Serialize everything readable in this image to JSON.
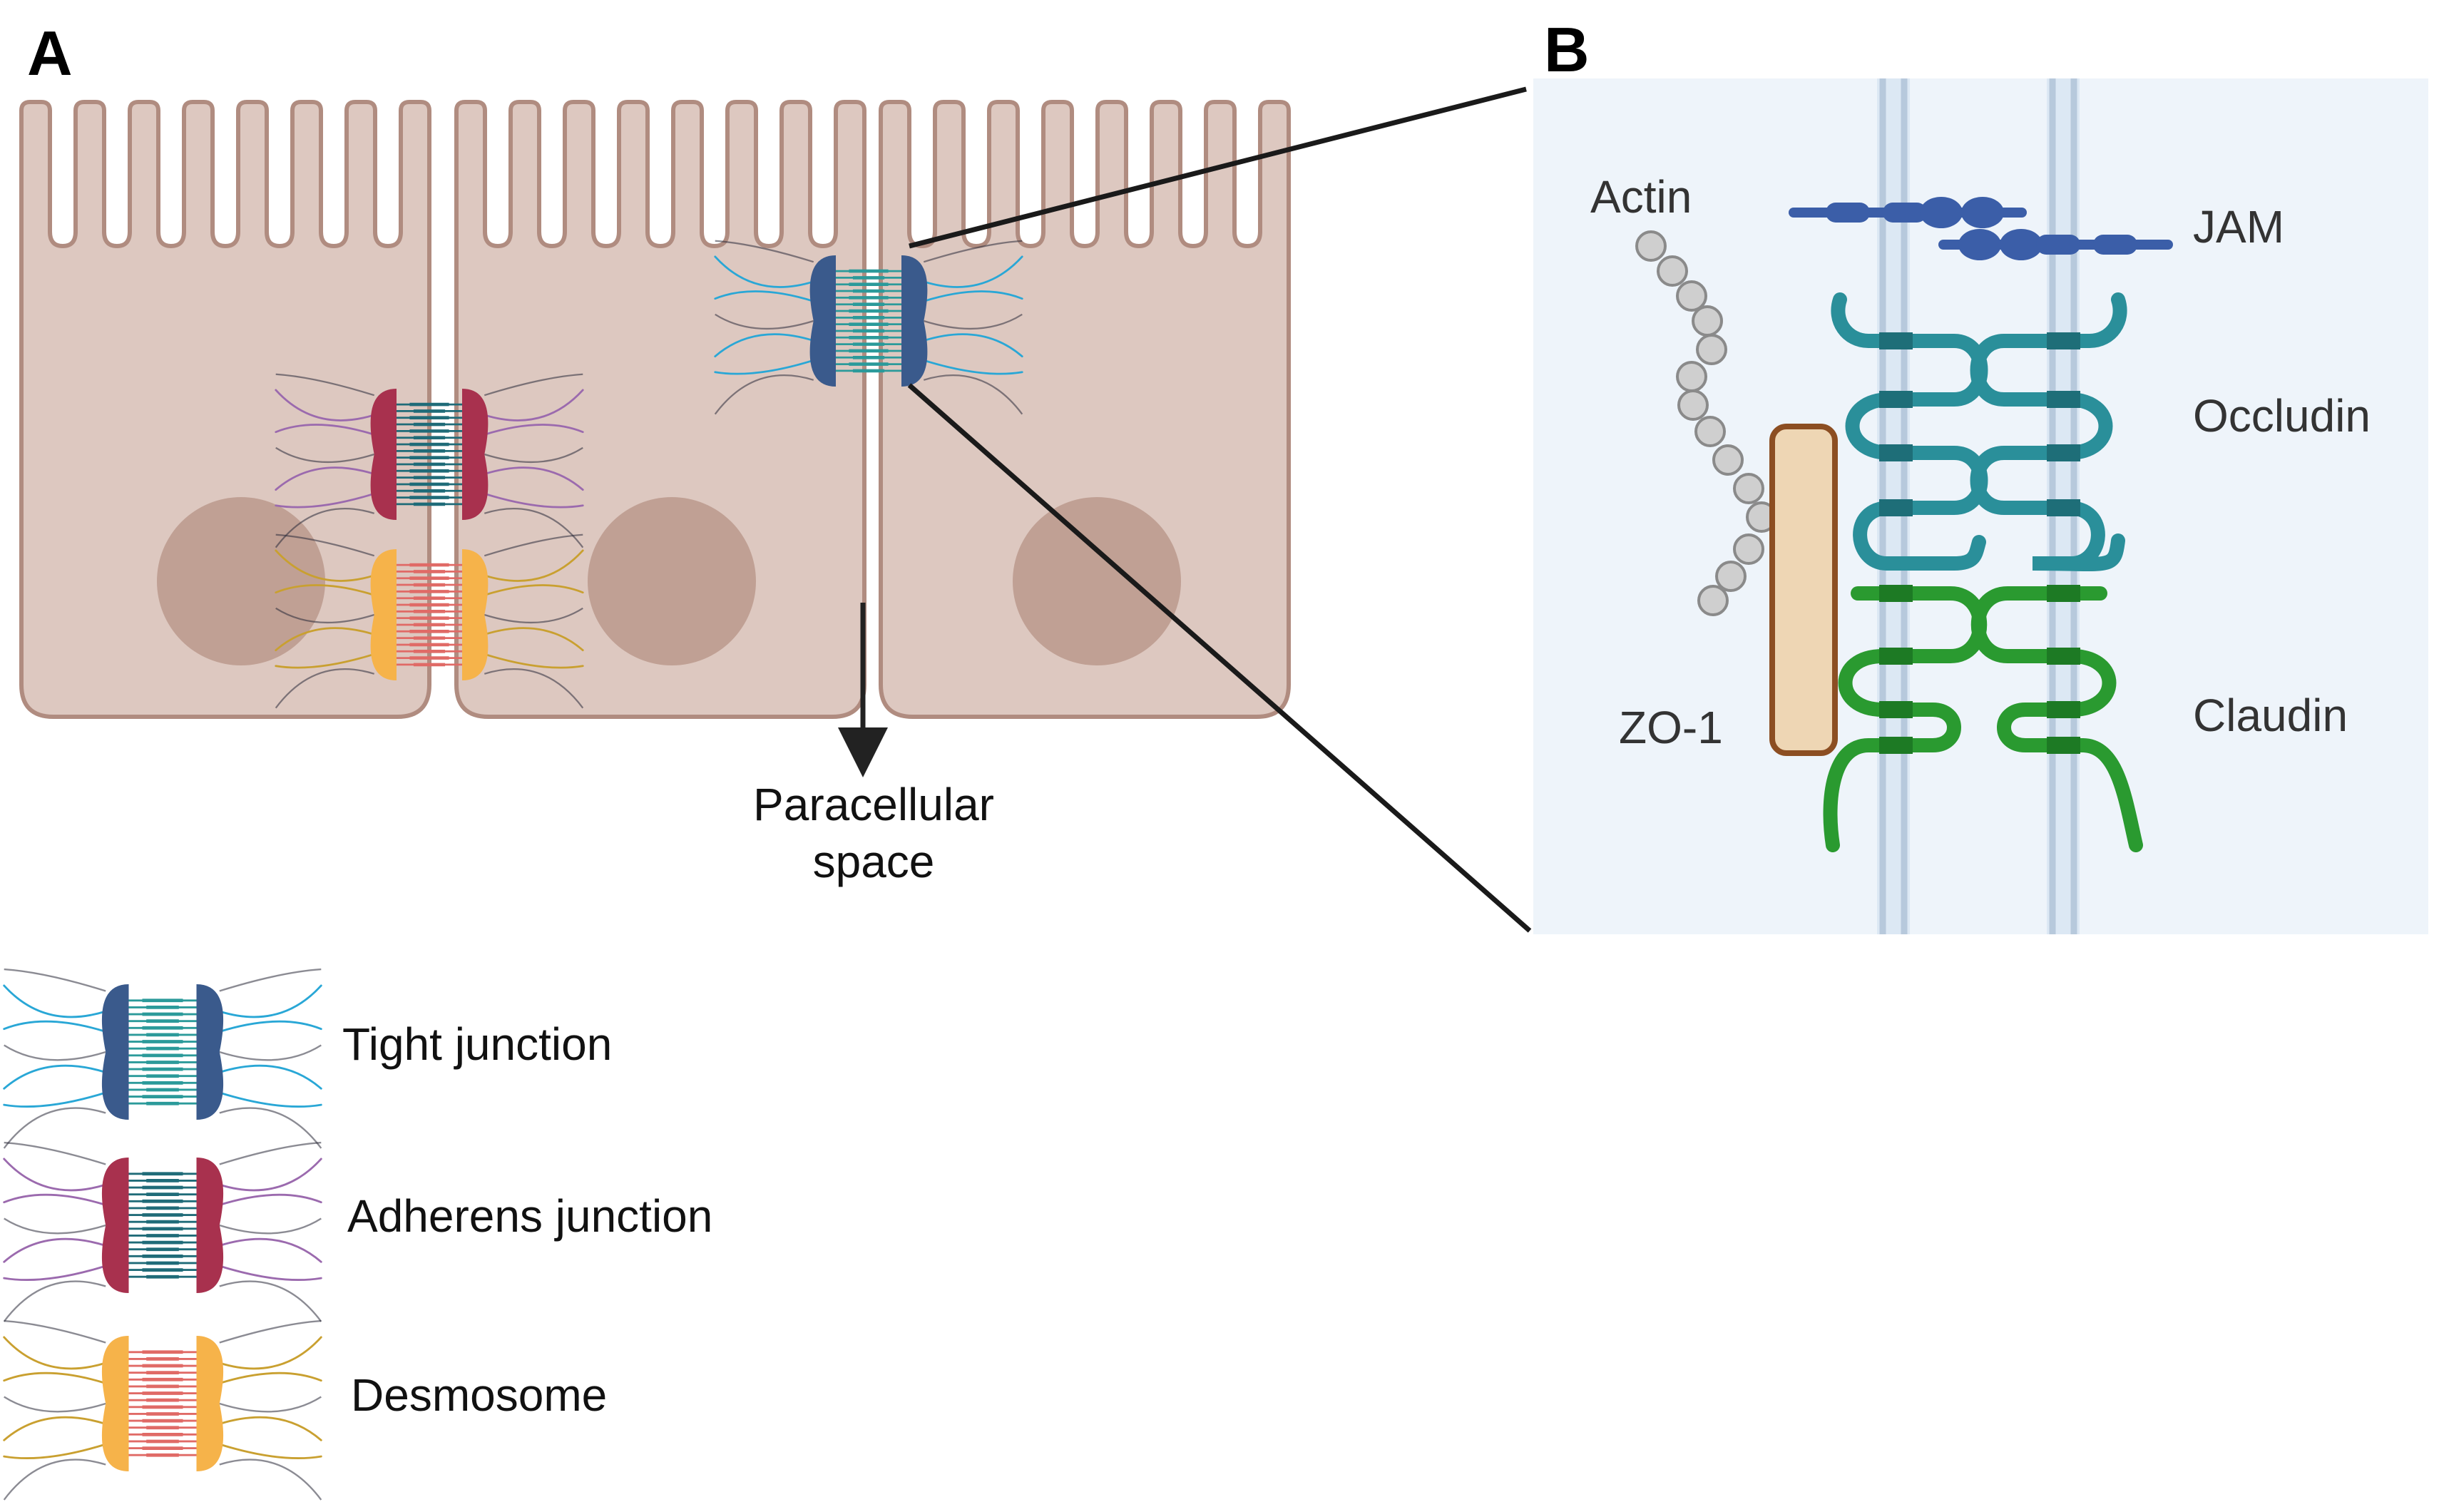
{
  "panels": {
    "a": {
      "letter": "A"
    },
    "b": {
      "letter": "B"
    }
  },
  "paracellular": {
    "line1": "Paracellular",
    "line2": "space"
  },
  "legend": [
    {
      "label": "Tight junction"
    },
    {
      "label": "Adherens junction"
    },
    {
      "label": "Desmosome"
    }
  ],
  "inset_labels": {
    "actin": "Actin",
    "jam": "JAM",
    "occludin": "Occludin",
    "zo1": "ZO-1",
    "claudin": "Claudin"
  },
  "colors": {
    "cell_fill": "#ddc8c0",
    "cell_stroke": "#b08c80",
    "nucleus": "#c0a094",
    "tight_plaque": "#3a5a8c",
    "tight_strand": "#2b9a9a",
    "tight_fiber": "#29a7d6",
    "adherens_plaque": "#a8314e",
    "adherens_strand": "#1f6b78",
    "adherens_fiber": "#9b6aae",
    "desmosome_plaque": "#f6b34a",
    "desmosome_strand": "#e06a66",
    "desmosome_fiber": "#c9a030",
    "inset_bg": "#eef4fa",
    "membrane": "#b7c9dc",
    "jam": "#3b5ea8",
    "occludin": "#2a8f9a",
    "claudin": "#2a9a30",
    "zo1_fill": "#eed6b4",
    "zo1_stroke": "#8c4e22",
    "actin": "#cfcfcf"
  }
}
